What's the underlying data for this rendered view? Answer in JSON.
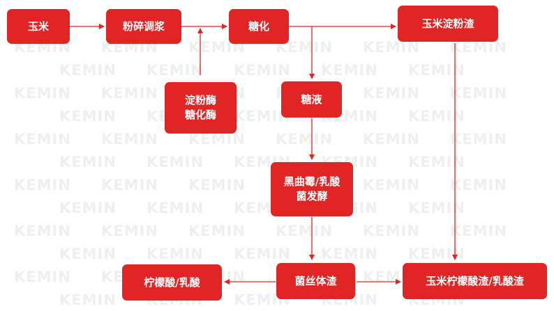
{
  "watermark_text": "KEMIN",
  "colors": {
    "node_fill": "#e12424",
    "node_text": "#ffffff",
    "arrow": "#e12424"
  },
  "nodes": {
    "corn": "玉米",
    "grinding": "粉碎调浆",
    "saccharification": "糖化",
    "corn_starch_residue": "玉米淀粉渣",
    "enzymes_line1": "淀粉酶",
    "enzymes_line2": "糖化酶",
    "sugar_liquid": "糖液",
    "fermentation_line1": "黑曲霉/乳酸",
    "fermentation_line2": "菌发酵",
    "mycelium_residue": "菌丝体渣",
    "citric_lactic_acid": "柠檬酸/乳酸",
    "corn_citric_lactic_residue": "玉米柠檬酸渣/乳酸渣"
  }
}
